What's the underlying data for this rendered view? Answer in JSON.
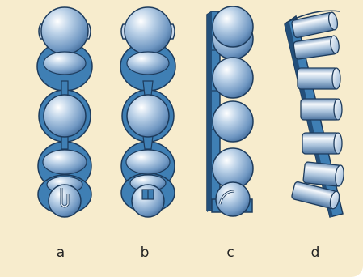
{
  "figure": {
    "labels": {
      "a": "a",
      "b": "b",
      "c": "c",
      "d": "d"
    },
    "colors": {
      "background": "#f7eccd",
      "strip": "#3f7fb4",
      "strip_dark": "#234f7a",
      "sphere_light": "#e8f0f8",
      "sphere_mid": "#8fb0d2",
      "sphere_dark": "#4b78aa",
      "outline": "#1d3b5c"
    }
  }
}
